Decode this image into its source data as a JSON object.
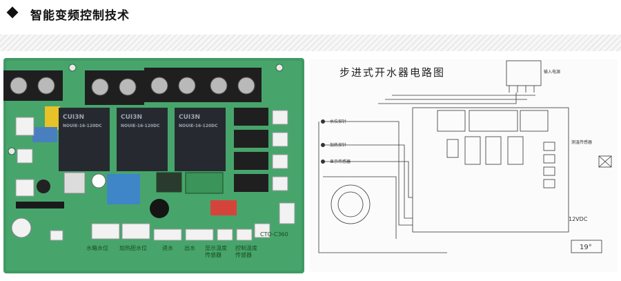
{
  "header": {
    "title": "智能变频控制技术"
  },
  "pcb": {
    "relays": [
      {
        "brand": "CUI3N",
        "model": "NOUIE-16-120DC"
      },
      {
        "brand": "CUI3N",
        "model": "NOUIE-16-120DC"
      },
      {
        "brand": "CUI3N",
        "model": "NOUIE-16-120DC"
      }
    ],
    "labels": {
      "water_level": "水箱水位",
      "heat_level": "加热胆水位",
      "inlet": "进水",
      "outlet": "出水",
      "display_temp": "显示温度",
      "sensor": "传感器",
      "temp_sensor": "控制温度",
      "sensor2": "传感器",
      "model_code": "CTO-C360"
    }
  },
  "schematic": {
    "title": "步进式开水器电路图",
    "labels": {
      "water_level_probe": "水位探针",
      "heat_probe": "加热探针",
      "display_sensor": "显示传感器",
      "temp_sensor": "测温传感器",
      "power_input": "输入电源",
      "dc_voltage": "12VDC",
      "display_value": "19°"
    }
  }
}
